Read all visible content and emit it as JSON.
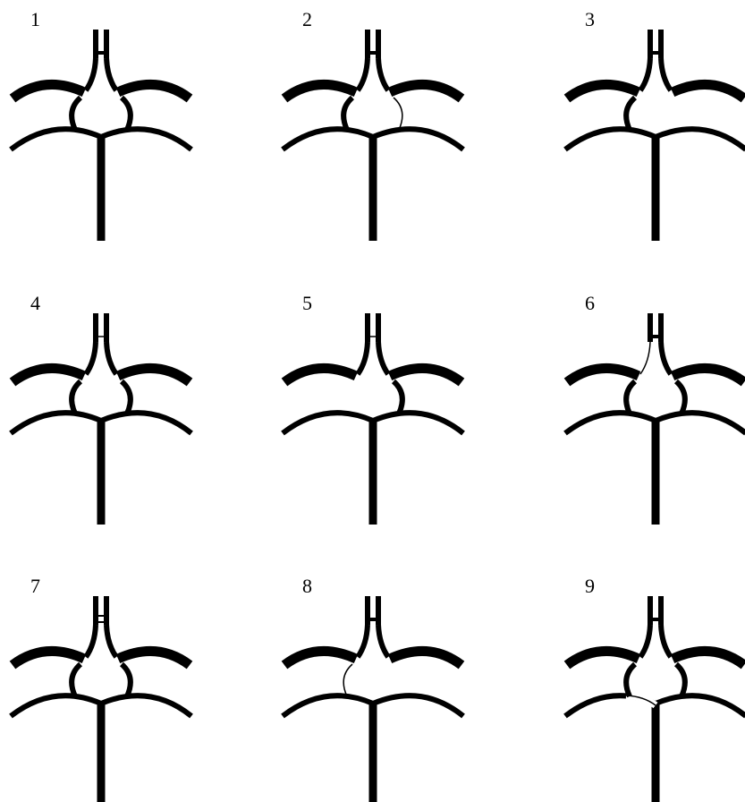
{
  "figure": {
    "line_color": "#000000",
    "background_color": "#ffffff",
    "variant_glyph": "circle-of-willis-variant-icon"
  },
  "panels": [
    {
      "label": "1",
      "hypoplastic_segments": []
    },
    {
      "label": "2",
      "hypoplastic_segments": [
        "right-posterior-communicating"
      ]
    },
    {
      "label": "3",
      "hypoplastic_segments": [
        "right-posterior-communicating-absent"
      ]
    },
    {
      "label": "4",
      "hypoplastic_segments": [
        "anterior-communicating"
      ]
    },
    {
      "label": "5",
      "hypoplastic_segments": [
        "anterior-communicating",
        "left-posterior-communicating-absent"
      ]
    },
    {
      "label": "6",
      "hypoplastic_segments": [
        "left-a1"
      ]
    },
    {
      "label": "7",
      "hypoplastic_segments": [
        "duplicated-anterior-communicating"
      ]
    },
    {
      "label": "8",
      "hypoplastic_segments": [
        "left-posterior-communicating",
        "right-posterior-communicating-absent"
      ]
    },
    {
      "label": "9",
      "hypoplastic_segments": [
        "left-p1"
      ]
    }
  ]
}
